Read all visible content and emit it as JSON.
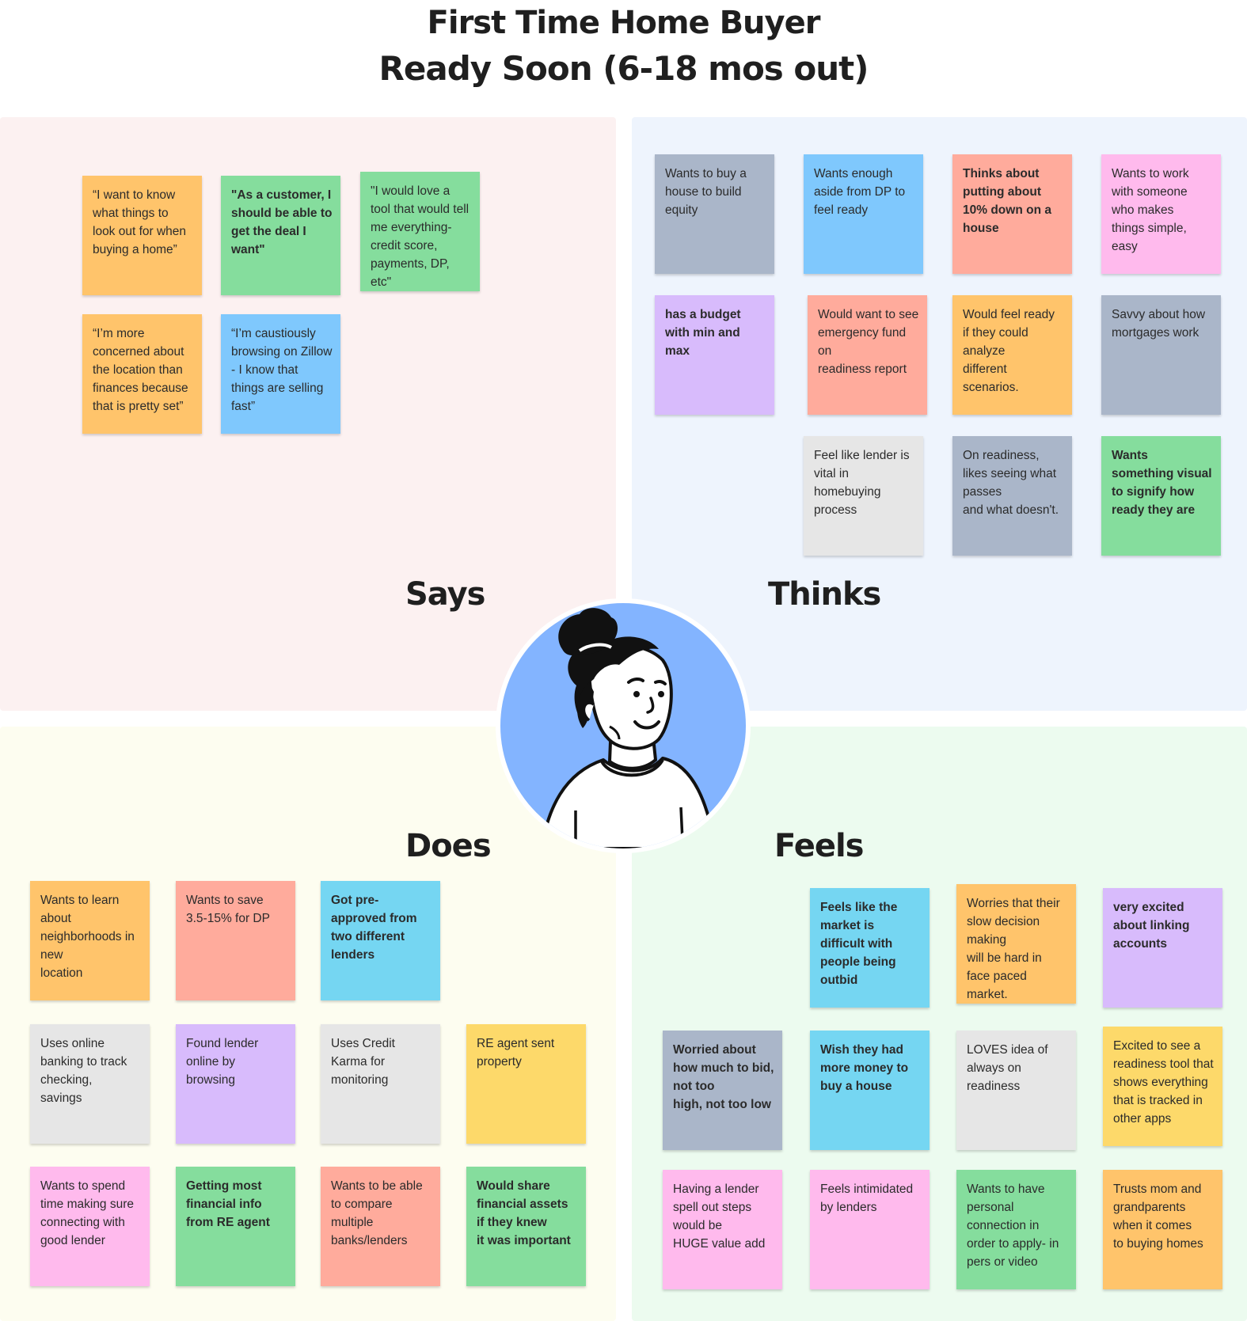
{
  "title_line1": "First Time Home Buyer",
  "title_line2": "Ready Soon (6-18 mos out)",
  "quadrants": {
    "says": "Says",
    "thinks": "Thinks",
    "does": "Does",
    "feels": "Feels"
  },
  "colors": {
    "orange": "#ffc46b",
    "green": "#85dd9d",
    "blue": "#7fc8fd",
    "gray": "#aab6c9",
    "red": "#ffab9c",
    "pink": "#ffbaed",
    "purple": "#d8bbfc",
    "light_gray": "#e6e6e6",
    "cyan": "#75d6f2",
    "yellow": "#fdd96a",
    "avatar_bg": "#83b4ff"
  },
  "persona_icon": "woman-avatar",
  "says_notes": [
    {
      "text": "“I want to know what things to look out for when buying a home”",
      "color": "orange"
    },
    {
      "text": "\"As a customer, I should be able to  get the deal I want\"",
      "color": "green",
      "bold": true
    },
    {
      "text": "\"I would love a tool that would tell me everything- credit score, payments, DP, etc\"",
      "color": "green"
    },
    {
      "text": "“I’m more concerned about the location than finances because that is pretty set”",
      "color": "orange"
    },
    {
      "text": "“I’m caustiously browsing on Zillow - I know that things are selling fast”",
      "color": "blue"
    }
  ],
  "thinks_notes": [
    {
      "text": "Wants to buy a house to build equity",
      "color": "gray"
    },
    {
      "text": "Wants enough aside from DP to feel ready",
      "color": "blue"
    },
    {
      "text": "Thinks about putting about 10% down on a  house",
      "color": "red",
      "bold": true
    },
    {
      "text": "Wants to work with someone who makes\n  things simple, easy",
      "color": "pink"
    },
    {
      "text": "has a budget with min and max",
      "color": "purple",
      "bold": true
    },
    {
      "text": "Would want to see emergency fund on\n  readiness report",
      "color": "red"
    },
    {
      "text": "Would feel ready if they could analyze\n  different scenarios.",
      "color": "orange"
    },
    {
      "text": "Savvy about how mortgages work",
      "color": "gray"
    },
    {
      "text": "Feel like lender is vital in homebuying\n  process",
      "color": "light_gray"
    },
    {
      "text": "On readiness, likes seeing what passes\n  and what doesn't.",
      "color": "gray"
    },
    {
      "text": "Wants something visual to signify how\n  ready they are",
      "color": "green",
      "bold": true
    }
  ],
  "does_notes": [
    {
      "text": "Wants to learn about neighborhoods in new\n  location",
      "color": "orange"
    },
    {
      "text": "Wants to save 3.5-15% for DP",
      "color": "red"
    },
    {
      "text": "Got pre-approved from two different lenders",
      "color": "cyan",
      "bold": true
    },
    {
      "text": "Uses online banking to track checking,\n  savings",
      "color": "light_gray"
    },
    {
      "text": "Found lender online by browsing",
      "color": "purple"
    },
    {
      "text": "Uses Credit Karma for monitoring",
      "color": "light_gray"
    },
    {
      "text": "RE agent sent property",
      "color": "yellow"
    },
    {
      "text": "Wants to spend time making sure\n  connecting with good lender",
      "color": "pink"
    },
    {
      "text": "Getting most financial info from RE agent",
      "color": "green",
      "bold": true
    },
    {
      "text": "Wants to be able to compare multiple\n  banks/lenders",
      "color": "red"
    },
    {
      "text": "Would share financial assets if they knew\n  it was important",
      "color": "green",
      "bold": true
    }
  ],
  "feels_notes": [
    {
      "text": "Feels like the market is difficult with\n  people being outbid",
      "color": "cyan",
      "bold": true
    },
    {
      "text": "Worries that their slow decision making\n  will be hard in face paced market.",
      "color": "orange"
    },
    {
      "text": "very excited about linking accounts",
      "color": "purple",
      "bold": true
    },
    {
      "text": "Worried about how much to bid, not too\n  high, not too low",
      "color": "gray",
      "bold": true
    },
    {
      "text": "Wish they had more money to buy a house",
      "color": "cyan",
      "bold": true
    },
    {
      "text": "LOVES idea of always on readiness",
      "color": "light_gray"
    },
    {
      "text": "Excited to see a readiness tool that shows everything that is tracked in other apps",
      "color": "yellow"
    },
    {
      "text": "Having a lender spell out steps would be\n  HUGE value add",
      "color": "pink"
    },
    {
      "text": "Feels intimidated by lenders",
      "color": "pink"
    },
    {
      "text": "Wants to have personal connection in\n  order to apply- in pers or video",
      "color": "green"
    },
    {
      "text": "Trusts mom and grandparents when it comes\n  to buying homes",
      "color": "orange"
    }
  ]
}
